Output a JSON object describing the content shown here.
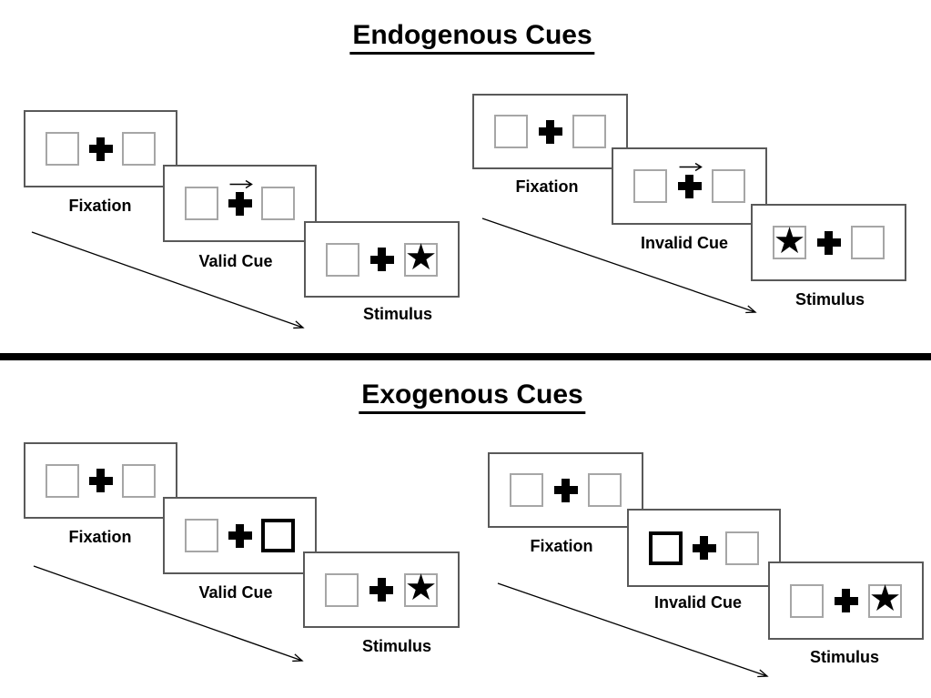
{
  "colors": {
    "panel_border": "#595959",
    "square_border": "#a6a6a6",
    "ink": "#000000",
    "background": "#ffffff"
  },
  "glyphs": {
    "star": "★"
  },
  "sections": {
    "endogenous": {
      "title": "Endogenous Cues",
      "valid": {
        "fixation": "Fixation",
        "cue": "Valid Cue",
        "stimulus": "Stimulus"
      },
      "invalid": {
        "fixation": "Fixation",
        "cue": "Invalid Cue",
        "stimulus": "Stimulus"
      }
    },
    "exogenous": {
      "title": "Exogenous Cues",
      "valid": {
        "fixation": "Fixation",
        "cue": "Valid Cue",
        "stimulus": "Stimulus"
      },
      "invalid": {
        "fixation": "Fixation",
        "cue": "Invalid Cue",
        "stimulus": "Stimulus"
      }
    }
  }
}
